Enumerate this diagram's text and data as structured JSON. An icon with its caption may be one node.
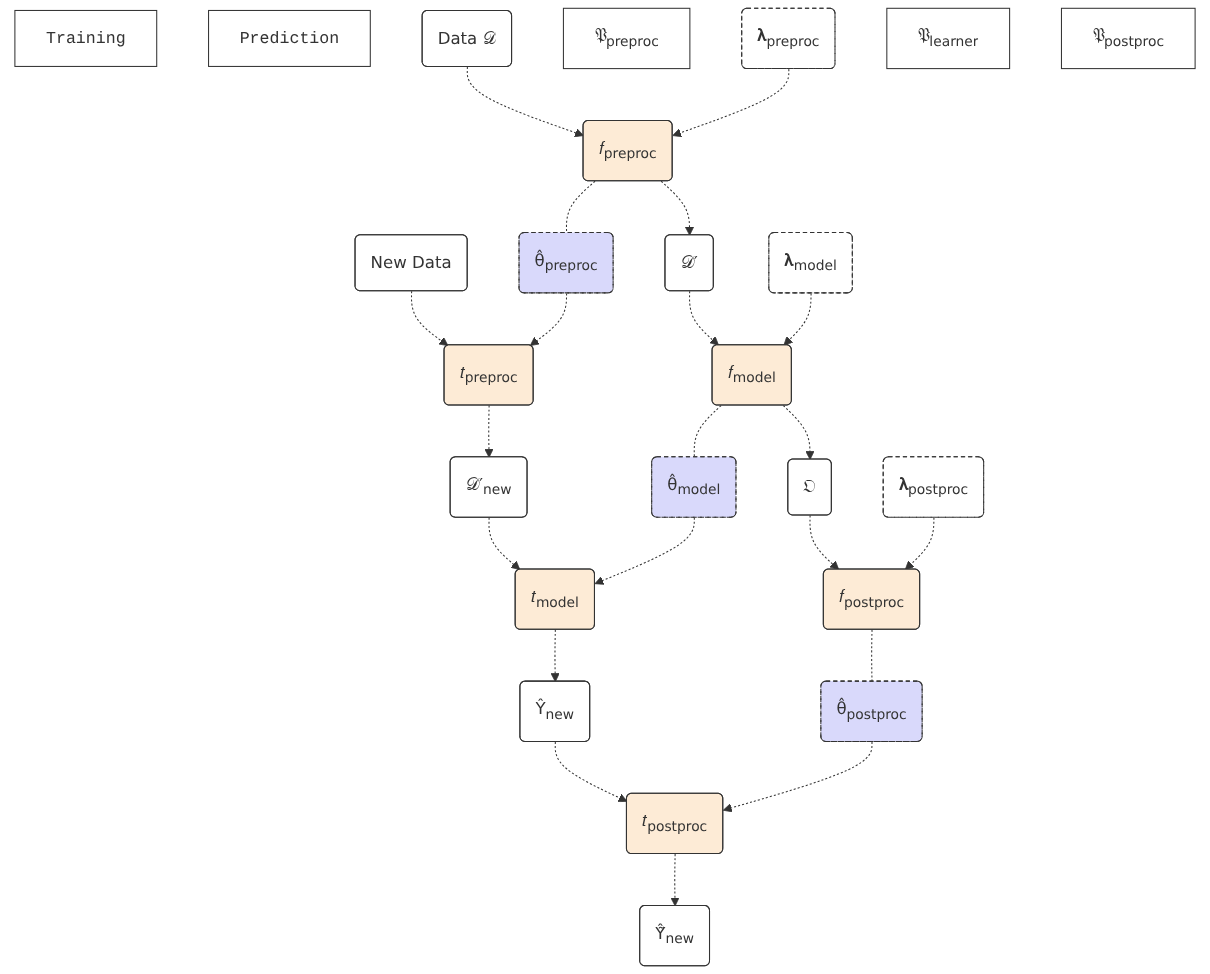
{
  "diagram": {
    "nodes": [
      {
        "text": [
          "Training"
        ]
      },
      {
        "text": [
          "Prediction"
        ]
      },
      {
        "text": [
          "Data 𝒟"
        ]
      },
      {
        "text": [
          "New Data"
        ]
      },
      {
        "text": [
          "𝔓$_{preproc}$"
        ]
      },
      {
        "text": [
          "𝛌$_{preproc}$"
        ]
      },
      {
        "text": [
          "𝑓$_{preproc}$"
        ]
      },
      {
        "text": [
          "θ̂$_{preproc}$"
        ]
      },
      {
        "text": [
          "𝑡$_{preproc}$"
        ]
      },
      {
        "text": [
          "𝒟′"
        ]
      },
      {
        "text": [
          "𝒟′$_{new}$"
        ]
      },
      {
        "text": [
          "𝔓$_{learner}$"
        ]
      },
      {
        "text": [
          "𝛌$_{model}$"
        ]
      },
      {
        "text": [
          "𝑓$_{model}$"
        ]
      },
      {
        "text": [
          "θ̂$_{model}$"
        ]
      },
      {
        "text": [
          "𝑡$_{model}$"
        ]
      },
      {
        "text": [
          "𝔒"
        ]
      },
      {
        "text": [
          "Ŷ$_{new}$"
        ]
      },
      {
        "text": [
          "𝔓$_{postproc}$"
        ]
      },
      {
        "text": [
          "𝛌$_{postproc}$"
        ]
      },
      {
        "text": [
          "𝑓$_{postproc}$"
        ]
      },
      {
        "text": [
          "θ̂$_{postproc}$"
        ]
      },
      {
        "text": [
          "𝑡$_{postproc}$"
        ]
      },
      {
        "text": [
          "Ŷ̃$_{new}$"
        ]
      }
    ],
    "edges": [
      {
        "from": 2,
        "to": 6,
        "arrow": "to"
      },
      {
        "from": 3,
        "to": 8,
        "arrow": "to"
      },
      {
        "from": 5,
        "to": 6,
        "arrow": "to"
      },
      {
        "from": 6,
        "to": 7,
        "arrow": "none"
      },
      {
        "from": 7,
        "to": 8,
        "arrow": "to"
      },
      {
        "from": 6,
        "to": 9,
        "arrow": "to"
      },
      {
        "from": 8,
        "to": 10,
        "arrow": "to"
      },
      {
        "from": 9,
        "to": 13,
        "arrow": "to"
      },
      {
        "from": 10,
        "to": 15,
        "arrow": "to"
      },
      {
        "from": 12,
        "to": 13,
        "arrow": "to"
      },
      {
        "from": 13,
        "to": 14,
        "arrow": "none"
      },
      {
        "from": 14,
        "to": 15,
        "arrow": "to"
      },
      {
        "from": 13,
        "to": 16,
        "arrow": "to"
      },
      {
        "from": 15,
        "to": 17,
        "arrow": "to"
      },
      {
        "from": 16,
        "to": 20,
        "arrow": "to"
      },
      {
        "from": 17,
        "to": 22,
        "arrow": "to"
      },
      {
        "from": 19,
        "to": 20,
        "arrow": "to"
      },
      {
        "from": 20,
        "to": 21,
        "arrow": "none"
      },
      {
        "from": 21,
        "to": 22,
        "arrow": "to"
      },
      {
        "from": 22,
        "to": 23,
        "arrow": "to"
      }
    ]
  }
}
